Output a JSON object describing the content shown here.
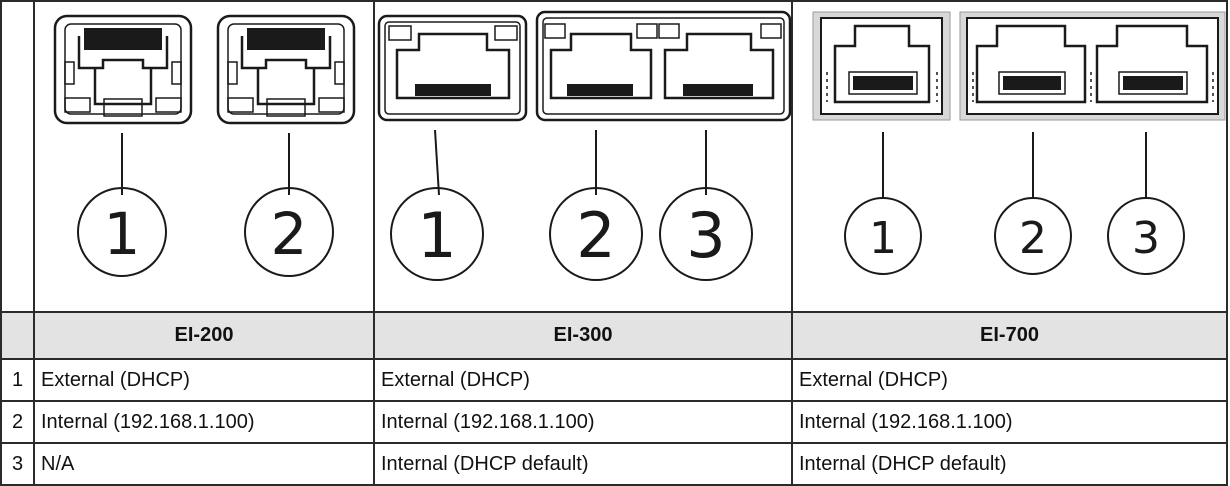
{
  "models": [
    {
      "name": "EI-200",
      "callouts": [
        "1",
        "2"
      ]
    },
    {
      "name": "EI-300",
      "callouts": [
        "1",
        "2",
        "3"
      ]
    },
    {
      "name": "EI-700",
      "callouts": [
        "1",
        "2",
        "3"
      ]
    }
  ],
  "rows": [
    {
      "index": "1",
      "values": [
        "External (DHCP)",
        "External (DHCP)",
        "External (DHCP)"
      ]
    },
    {
      "index": "2",
      "values": [
        "Internal (192.168.1.100)",
        "Internal (192.168.1.100)",
        "Internal (192.168.1.100)"
      ]
    },
    {
      "index": "3",
      "values": [
        "N/A",
        "Internal (DHCP default)",
        "Internal (DHCP default)"
      ]
    }
  ]
}
